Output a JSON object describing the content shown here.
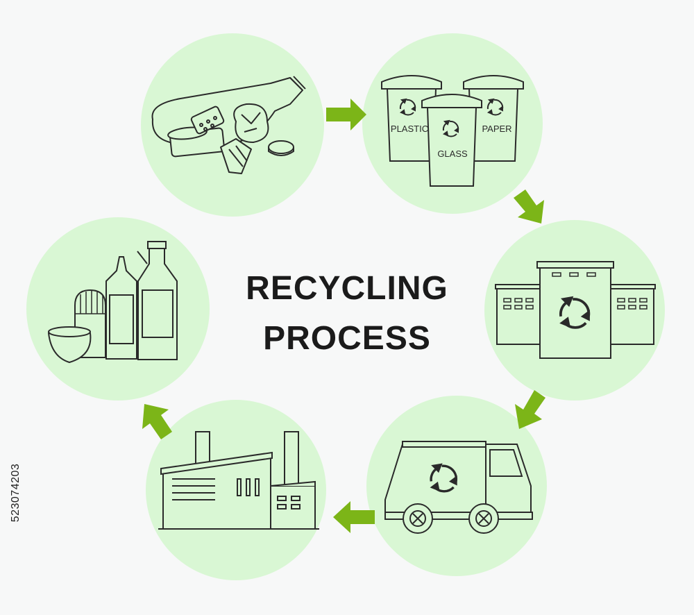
{
  "diagram": {
    "title_line1": "RECYCLING",
    "title_line2": "PROCESS",
    "bin_labels": {
      "plastic": "PLASTIC",
      "glass": "GLASS",
      "paper": "PAPER"
    },
    "stock_id": "523074203",
    "steps": [
      {
        "icon": "waste-pile-icon"
      },
      {
        "icon": "sorting-bins-icon"
      },
      {
        "icon": "recycling-plant-icon"
      },
      {
        "icon": "garbage-truck-icon"
      },
      {
        "icon": "factory-icon"
      },
      {
        "icon": "recycled-containers-icon"
      }
    ],
    "colors": {
      "circle_fill": "#d9f7d4",
      "arrow": "#7cb518",
      "stroke": "#2a2a2a",
      "background": "#f7f8f8"
    }
  }
}
